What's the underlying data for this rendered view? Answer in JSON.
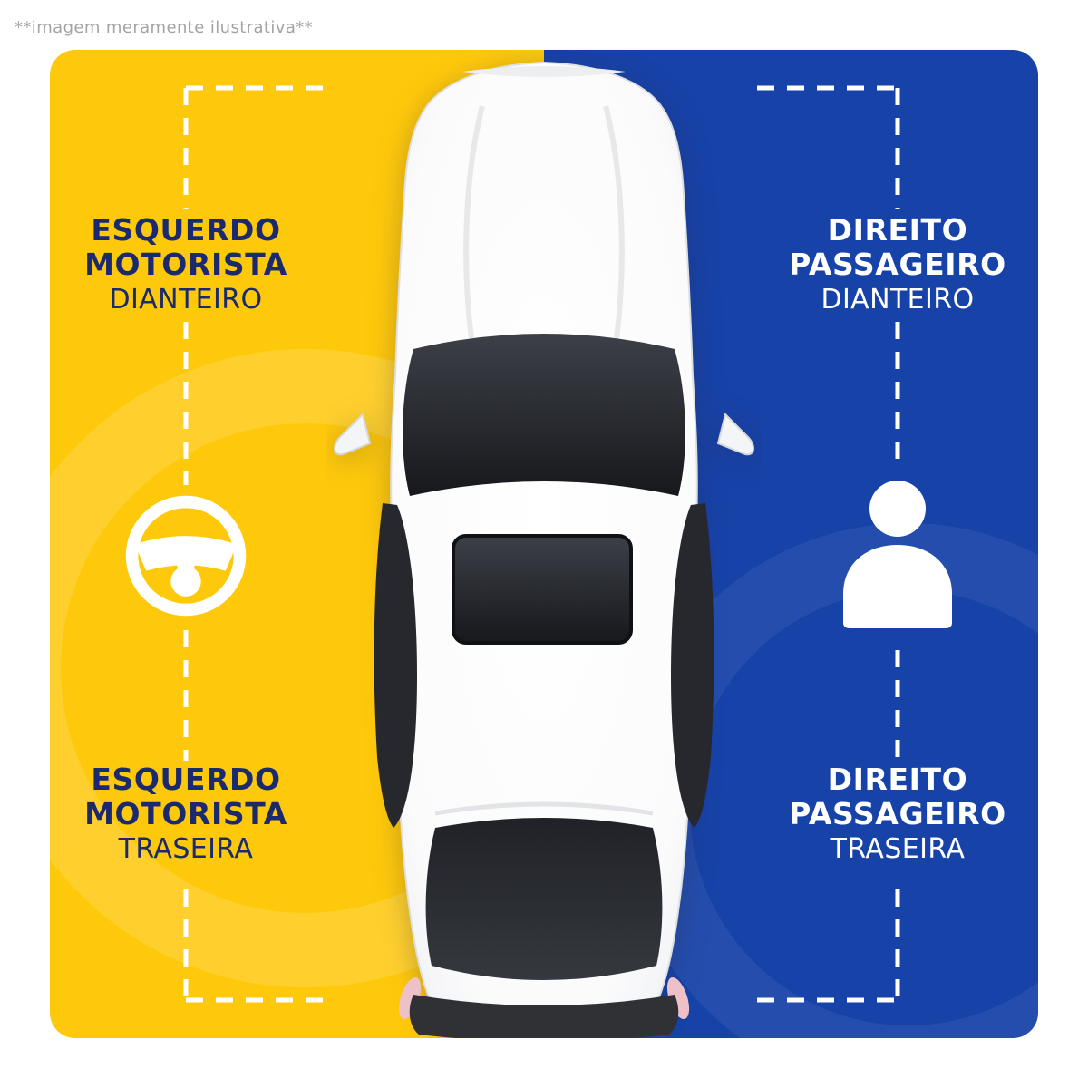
{
  "disclaimer": "**imagem meramente ilustrativa**",
  "panels": {
    "left": {
      "bg": "#FFC90B",
      "text_color": "#1B2A6E",
      "side": "driver"
    },
    "right": {
      "bg": "#1742A8",
      "text_color": "#FFFFFF",
      "side": "passenger"
    }
  },
  "labels": {
    "front_left": {
      "line1": "ESQUERDO",
      "line2": "MOTORISTA",
      "line3": "DIANTEIRO"
    },
    "front_right": {
      "line1": "DIREITO",
      "line2": "PASSAGEIRO",
      "line3": "DIANTEIRO"
    },
    "rear_left": {
      "line1": "ESQUERDO",
      "line2": "MOTORISTA",
      "line3": "TRASEIRA"
    },
    "rear_right": {
      "line1": "DIREITO",
      "line2": "PASSAGEIRO",
      "line3": "TRASEIRA"
    }
  },
  "icons": {
    "driver_side": "steering-wheel-icon",
    "passenger_side": "passenger-person-icon"
  },
  "illustration": "car-top-view"
}
